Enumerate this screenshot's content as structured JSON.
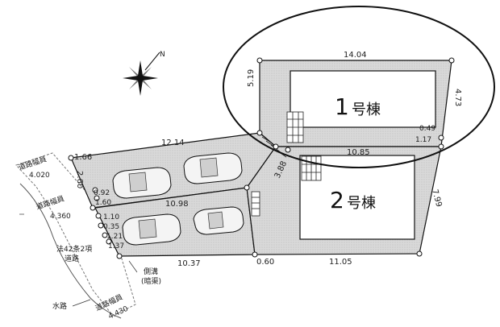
{
  "north_symbol": "compass-star-icon",
  "north_letter": "N",
  "building1": {
    "number": "1",
    "suffix": "号棟"
  },
  "building2": {
    "number": "2",
    "suffix": "号棟"
  },
  "dimensions": {
    "b1_top": "14.04",
    "b1_left": "5.19",
    "b1_right": "4.73",
    "b1_small_a": "0.49",
    "b1_small_b": "1.17",
    "b2_top": "10.85",
    "b2_right": "7.99",
    "b2_bottom": "11.05",
    "center_bottom": "0.60",
    "drive_diag": "3.88",
    "upper_top": "12.14",
    "upper_left_top": "1.66",
    "upper_left_side": "2.60",
    "mid_a": "0.92",
    "mid_b": "1.60",
    "mid_line": "10.98",
    "low_a": "1.10",
    "low_b": "0.35",
    "low_c": "1.21",
    "low_d": "1.37",
    "lower_bottom": "10.37"
  },
  "labels": {
    "road_width_1": "道路幅員",
    "road_width_1_val": "4.020",
    "road_width_2": "道路幅員",
    "road_width_2_val": "4.360",
    "road_type_1": "法42条2項",
    "road_type_2": "道路",
    "gutter_1": "側溝",
    "gutter_2": "(暗渠)",
    "waterway": "水路",
    "road_width_3": "道路幅員",
    "road_width_3_val": "4.430"
  }
}
